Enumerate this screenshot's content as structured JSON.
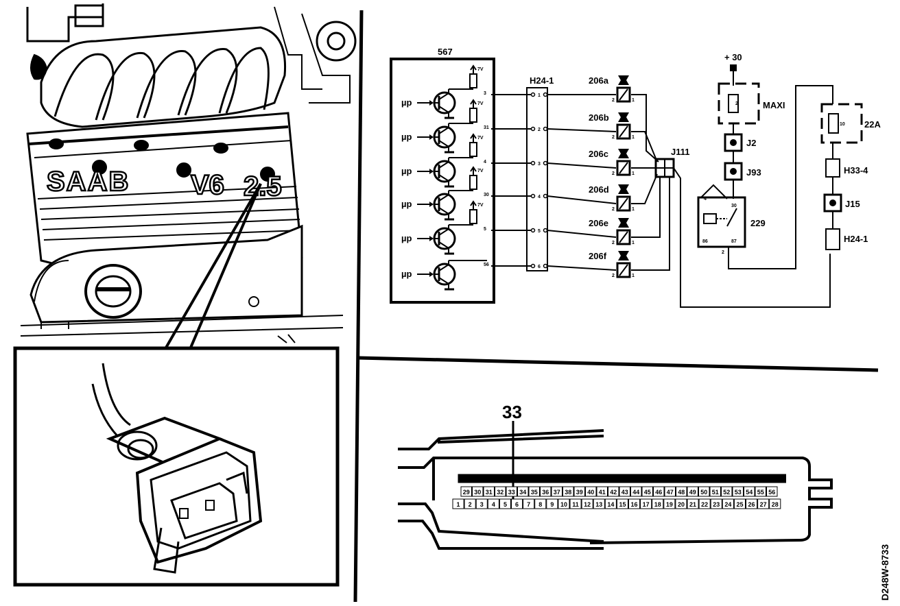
{
  "engine_view": {
    "brand_text": "SAAB",
    "engine_text": "V6",
    "size_text": "2.5"
  },
  "schematic": {
    "ecu_label": "567",
    "transistor_label": "µp",
    "voltage_label": "7V",
    "ecu_pins": [
      "3",
      "31",
      "4",
      "30",
      "5",
      "56"
    ],
    "connector_label": "H24-1",
    "connector_pins": [
      "1",
      "2",
      "3",
      "4",
      "5",
      "6"
    ],
    "injectors": [
      "206a",
      "206b",
      "206c",
      "206d",
      "206e",
      "206f"
    ],
    "injector_pin_left": "2",
    "injector_pin_right": "1",
    "junction_label": "J111",
    "supply_label": "+ 30",
    "maxi_label": "MAXI",
    "maxi_fuse_number": "2",
    "j2_label": "J2",
    "j93_label": "J93",
    "relay_label": "229",
    "relay_pins": [
      "4",
      "30",
      "86",
      "87",
      "2"
    ],
    "fuse_22a_label": "22A",
    "fuse_22a_rating": "10",
    "h33_label": "H33-4",
    "j15_label": "J15",
    "h24_label": "H24-1"
  },
  "connector_view": {
    "title": "33",
    "row1": [
      "28",
      "29",
      "30",
      "31",
      "32",
      "33",
      "34",
      "35",
      "36",
      "37",
      "38",
      "39",
      "40",
      "41",
      "42",
      "43",
      "44",
      "45",
      "46",
      "47",
      "48",
      "49",
      "50",
      "51",
      "52",
      "53",
      "54",
      "55",
      "56"
    ],
    "row2": [
      "29",
      "30",
      "31",
      "32",
      "33",
      "34",
      "35",
      "36",
      "37",
      "38",
      "39",
      "40",
      "41",
      "42",
      "43",
      "44",
      "45",
      "46",
      "47",
      "48",
      "49",
      "50",
      "51",
      "52",
      "53",
      "54",
      "55",
      "56"
    ],
    "row3": [
      "1",
      "2",
      "3",
      "4",
      "5",
      "6",
      "7",
      "8",
      "9",
      "10",
      "11",
      "12",
      "13",
      "14",
      "15",
      "16",
      "17",
      "18",
      "19",
      "20",
      "21",
      "22",
      "23",
      "24",
      "25",
      "26",
      "27",
      "28"
    ]
  },
  "document_id": "D248W-8733"
}
